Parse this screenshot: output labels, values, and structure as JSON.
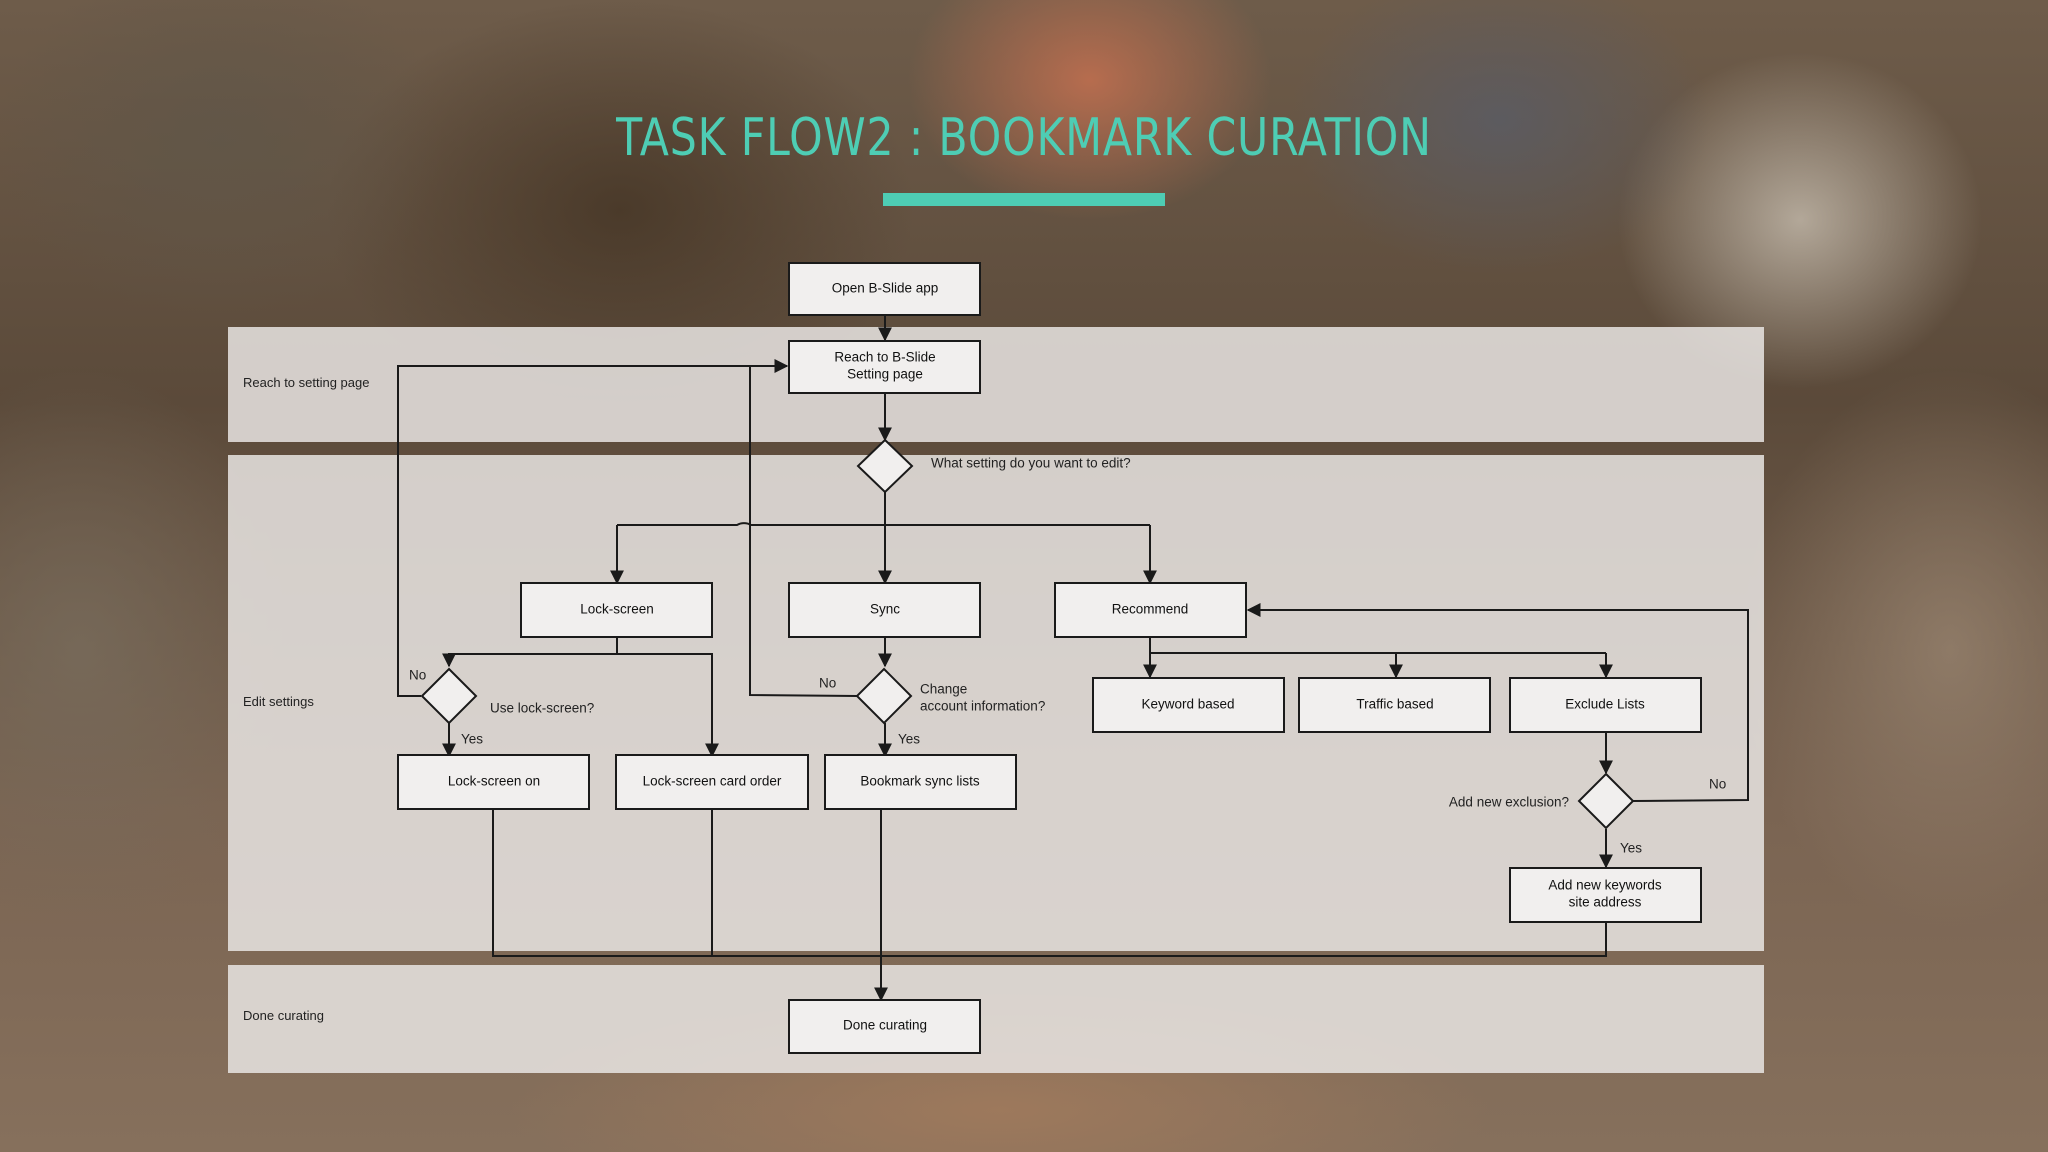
{
  "title": "TASK FLOW2 : BOOKMARK CURATION",
  "lanes": {
    "reach": "Reach to setting page",
    "edit": "Edit settings",
    "done": "Done curating"
  },
  "nodes": {
    "open_app": "Open B-Slide app",
    "reach_setting_1": "Reach to B-Slide",
    "reach_setting_2": "Setting page",
    "lock_screen": "Lock-screen",
    "sync": "Sync",
    "recommend": "Recommend",
    "keyword_based": "Keyword based",
    "traffic_based": "Traffic based",
    "exclude_lists": "Exclude Lists",
    "lock_screen_on": "Lock-screen on",
    "lock_screen_card_order": "Lock-screen card order",
    "bookmark_sync_lists": "Bookmark sync lists",
    "add_keywords_1": "Add new keywords",
    "add_keywords_2": "site address",
    "done_curating": "Done curating"
  },
  "decisions": {
    "what_setting": "What setting do you want to edit?",
    "use_lock_screen": "Use lock-screen?",
    "change_account_1": "Change",
    "change_account_2": "account information?",
    "add_exclusion": "Add new exclusion?"
  },
  "edge_labels": {
    "no": "No",
    "yes": "Yes"
  },
  "colors": {
    "title": "#4ecdb4",
    "lane_bg": "#e8e4e2",
    "node_fill": "#f1efee",
    "stroke": "#1a1a1a"
  }
}
